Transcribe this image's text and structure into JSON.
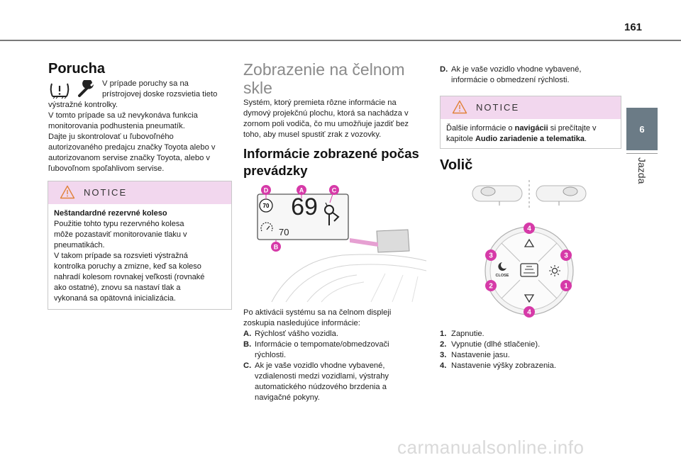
{
  "page": {
    "number": "161",
    "chapter_tab": "6",
    "chapter_label": "Jazda",
    "watermark": "carmanualsonline.info"
  },
  "col1": {
    "title": "Porucha",
    "intro_line1": "V prípade poruchy sa na",
    "intro_line2": "prístrojovej doske rozsvietia tieto",
    "paragraph": [
      "výstražné kontrolky.",
      "V tomto prípade sa už nevykonáva funkcia",
      "monitorovania podhustenia pneumatík.",
      "Dajte ju skontrolovať u ľubovoľného",
      "autorizovaného predajcu značky Toyota alebo v",
      "autorizovanom servise značky Toyota, alebo v",
      "ľubovoľnom spoľahlivom servise."
    ],
    "notice": {
      "label": "NOTICE",
      "title": "Neštandardné rezervné koleso",
      "lines": [
        "Použitie tohto typu rezervného kolesa",
        "môže pozastaviť monitorovanie tlaku v",
        "pneumatikách.",
        "V takom prípade sa rozsvieti výstražná",
        "kontrolka poruchy a zmizne, keď sa koleso",
        "nahradí kolesom rovnakej veľkosti (rovnaké",
        "ako ostatné), znovu sa nastaví tlak a",
        "vykonaná sa opätovná inicializácia."
      ]
    }
  },
  "col2": {
    "title_line1": "Zobrazenie na čelnom",
    "title_line2": "skle",
    "intro": [
      "Systém, ktorý premieta rôzne informácie na",
      "dymový projekčnú plochu, ktorá sa nachádza v",
      "zornom poli vodiča, čo mu umožňuje jazdiť bez",
      "toho, aby musel spustiť zrak z vozovky."
    ],
    "subtitle_line1": "Informácie zobrazené počas",
    "subtitle_line2": "prevádzky",
    "figure": {
      "marker_d": "D",
      "marker_a": "A",
      "marker_c": "C",
      "marker_b": "B",
      "limit_sign": "70",
      "speed": "69",
      "set_speed": "70"
    },
    "after_intro": [
      "Po aktivácii systému sa na čelnom displeji",
      "zoskupia nasledujúce informácie:"
    ],
    "items": [
      {
        "key": "A.",
        "lines": [
          "Rýchlosť vášho vozidla."
        ]
      },
      {
        "key": "B.",
        "lines": [
          "Informácie o tempomate/obmedzovači",
          "rýchlosti."
        ]
      },
      {
        "key": "C.",
        "lines": [
          "Ak je vaše vozidlo vhodne vybavené,",
          "vzdialenosti medzi vozidlami, výstrahy",
          "automatického núdzového brzdenia a",
          "navigačné pokyny."
        ]
      }
    ]
  },
  "col3": {
    "item_d_key": "D.",
    "item_d_lines": [
      "Ak je vaše vozidlo vhodne vybavené,",
      "informácie o obmedzení rýchlosti."
    ],
    "notice": {
      "label": "NOTICE",
      "line1_pre": "Ďalšie informácie o ",
      "line1_bold": "navigácii",
      "line1_post": " si prečítajte v",
      "line2_pre": "kapitole ",
      "line2_bold": "Audio zariadenie a telematika",
      "line2_post": "."
    },
    "title": "Volič",
    "dial": {
      "n1": "1",
      "n2": "2",
      "n3l": "3",
      "n3r": "3",
      "n4t": "4",
      "n4b": "4",
      "close_label": "CLOSE"
    },
    "items": [
      {
        "key": "1.",
        "text": "Zapnutie."
      },
      {
        "key": "2.",
        "text": "Vypnutie (dlhé stlačenie)."
      },
      {
        "key": "3.",
        "text": "Nastavenie jasu."
      },
      {
        "key": "4.",
        "text": "Nastavenie výšky zobrazenia."
      }
    ]
  },
  "colors": {
    "notice_band": "#f2d7ee",
    "marker_magenta": "#d63aa8",
    "chapter_tab": "#6b7b86"
  }
}
